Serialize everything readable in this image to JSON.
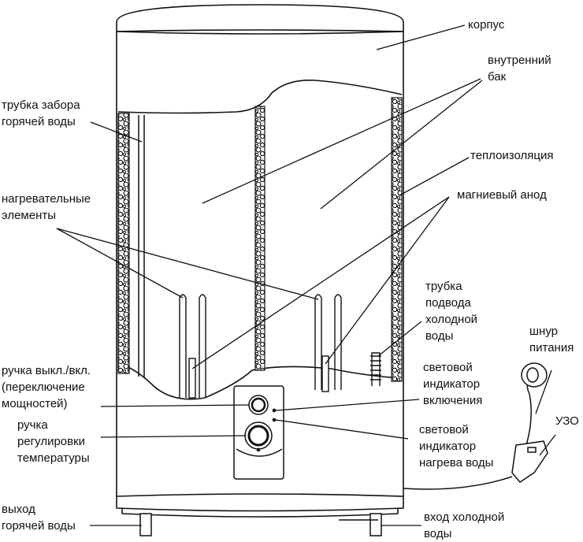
{
  "diagram": {
    "labels": {
      "korpus": [
        "корпус"
      ],
      "inner_tank": [
        "внутренний",
        "бак"
      ],
      "hot_pipe": [
        "трубка забора",
        "горячей воды"
      ],
      "insulation": [
        "теплоизоляция"
      ],
      "heaters": [
        "нагревательные",
        "элементы"
      ],
      "anode": [
        "магниевый анод"
      ],
      "cold_pipe": [
        "трубка",
        "подвода",
        "холодной",
        "воды"
      ],
      "cord": [
        "шнур",
        "питания"
      ],
      "switch_knob": [
        "ручка выкл./вкл.",
        "(переключение",
        "мощностей)"
      ],
      "power_indicator": [
        "световой",
        "индикатор",
        "включения"
      ],
      "temp_knob": [
        "ручка",
        "регулировки",
        "температуры"
      ],
      "heat_indicator": [
        "световой",
        "индикатор",
        "нагрева воды"
      ],
      "uzo": [
        "УЗО"
      ],
      "hot_out": [
        "выход",
        "горячей воды"
      ],
      "cold_in": [
        "вход холодной",
        "воды"
      ]
    },
    "colors": {
      "line": "#111111",
      "body_fill": "#ffffff",
      "panel_fill": "#ffffff"
    }
  }
}
